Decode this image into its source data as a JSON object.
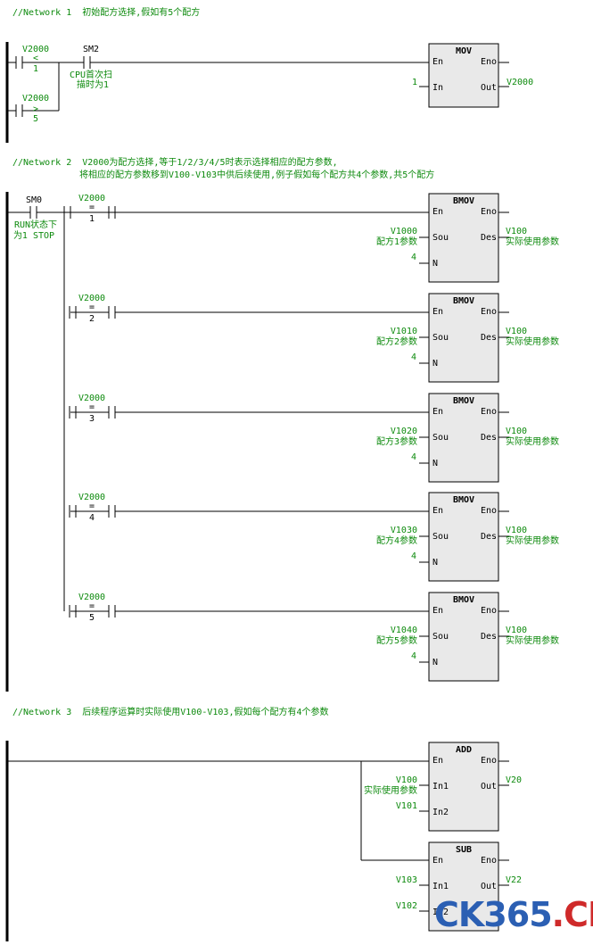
{
  "networks": [
    {
      "comment": "//Network 1  初始配方选择,假如有5个配方",
      "contacts": [
        {
          "addr": "V2000",
          "op": "<",
          "value": "1"
        },
        {
          "addr": "V2000",
          "op": ">",
          "value": "5"
        },
        {
          "addr": "SM2",
          "note_line1": "CPU首次扫",
          "note_line2": "描时为1"
        }
      ],
      "box": {
        "title": "MOV",
        "en": "En",
        "eno": "Eno",
        "in_pin": "In",
        "out_pin": "Out",
        "in_val": "1",
        "out_val": "V2000"
      }
    },
    {
      "comment_line1": "//Network 2  V2000为配方选择,等于1/2/3/4/5时表示选择相应的配方参数,",
      "comment_line2": "将相应的配方参数移到V100-V103中供后续使用,例子假如每个配方共4个参数,共5个配方",
      "sm0": {
        "addr": "SM0",
        "note_line1": "RUN状态下",
        "note_line2": "为1 STOP"
      },
      "rows": [
        {
          "cmp_addr": "V2000",
          "cmp_op": "=",
          "cmp_val": "1",
          "box_title": "BMOV",
          "sou_addr": "V1000",
          "sou_note": "配方1参数",
          "n_val": "4",
          "des_addr": "V100",
          "des_note": "实际使用参数"
        },
        {
          "cmp_addr": "V2000",
          "cmp_op": "=",
          "cmp_val": "2",
          "box_title": "BMOV",
          "sou_addr": "V1010",
          "sou_note": "配方2参数",
          "n_val": "4",
          "des_addr": "V100",
          "des_note": "实际使用参数"
        },
        {
          "cmp_addr": "V2000",
          "cmp_op": "=",
          "cmp_val": "3",
          "box_title": "BMOV",
          "sou_addr": "V1020",
          "sou_note": "配方3参数",
          "n_val": "4",
          "des_addr": "V100",
          "des_note": "实际使用参数"
        },
        {
          "cmp_addr": "V2000",
          "cmp_op": "=",
          "cmp_val": "4",
          "box_title": "BMOV",
          "sou_addr": "V1030",
          "sou_note": "配方4参数",
          "n_val": "4",
          "des_addr": "V100",
          "des_note": "实际使用参数"
        },
        {
          "cmp_addr": "V2000",
          "cmp_op": "=",
          "cmp_val": "5",
          "box_title": "BMOV",
          "sou_addr": "V1040",
          "sou_note": "配方5参数",
          "n_val": "4",
          "des_addr": "V100",
          "des_note": "实际使用参数"
        }
      ],
      "pins": {
        "en": "En",
        "eno": "Eno",
        "sou": "Sou",
        "des": "Des",
        "n": "N"
      }
    },
    {
      "comment": "//Network 3  后续程序运算时实际使用V100-V103,假如每个配方有4个参数",
      "add": {
        "title": "ADD",
        "en": "En",
        "eno": "Eno",
        "in1": "In1",
        "in2": "In2",
        "out": "Out",
        "in1_val": "V100",
        "in1_note": "实际使用参数",
        "in2_val": "V101",
        "out_val": "V20"
      },
      "sub": {
        "title": "SUB",
        "en": "En",
        "eno": "Eno",
        "in1": "In1",
        "in2": "In2",
        "out": "Out",
        "in1_val": "V103",
        "in2_val": "V102",
        "out_val": "V22"
      }
    }
  ],
  "watermark": {
    "part1": "CK365",
    "part2": ".CN"
  },
  "colors": {
    "wire": "#000000",
    "text": "#0d8a0d",
    "box_fill": "#e9e9e9",
    "box_border": "#000000",
    "watermark_blue": "#2b5fb3",
    "watermark_red": "#cf2a2a"
  }
}
